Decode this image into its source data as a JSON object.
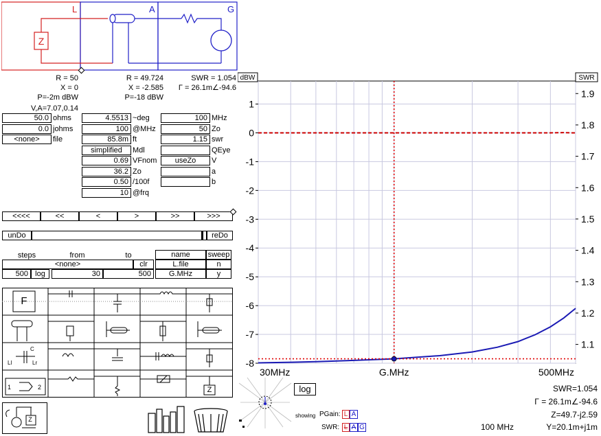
{
  "circuit": {
    "label_L": "L",
    "label_A": "A",
    "label_G": "G",
    "load_symbol": "Z",
    "colors": {
      "load": "#d42020",
      "line": "#2020c8",
      "gen": "#2020c8"
    }
  },
  "readouts": {
    "load": {
      "r": "R = 50",
      "x": "X = 0",
      "p": "P=-2m dBW",
      "va": "V,A=7.07,0.14"
    },
    "line": {
      "r": "R = 49.724",
      "x": "X = -2.585",
      "p": "P=-18 dBW"
    },
    "gen": {
      "swr": "SWR = 1.054",
      "gamma": "Γ = 26.1m∠-94.6"
    }
  },
  "load_params": [
    {
      "value": "50.0",
      "unit": "ohms"
    },
    {
      "value": "0.0",
      "unit": "johms"
    },
    {
      "value": "<none>",
      "unit": "file"
    }
  ],
  "line_params": [
    {
      "value": "4.5513",
      "unit": "~deg"
    },
    {
      "value": "100",
      "unit": "@MHz"
    },
    {
      "value": "85.8m",
      "unit": "ft"
    },
    {
      "value": "simplified",
      "unit": "Mdl"
    },
    {
      "value": "0.69",
      "unit": "VFnom"
    },
    {
      "value": "36.2",
      "unit": "Zo"
    },
    {
      "value": "0.50",
      "unit": "/100f"
    },
    {
      "value": "10",
      "unit": "@frq"
    }
  ],
  "gen_params": [
    {
      "value": "100",
      "unit": "MHz"
    },
    {
      "value": "50",
      "unit": "Zo"
    },
    {
      "value": "1.15",
      "unit": "swr"
    },
    {
      "value": "",
      "unit": "QEye"
    },
    {
      "value": "useZo",
      "unit": "V"
    },
    {
      "value": "",
      "unit": "a"
    },
    {
      "value": "",
      "unit": "b"
    }
  ],
  "nav_buttons": [
    "<<<<",
    "<<",
    "<",
    ">",
    ">>",
    ">>>"
  ],
  "undo": {
    "undo": "unDo",
    "redo": "reDo"
  },
  "sweep": {
    "h_steps": "steps",
    "h_from": "from",
    "h_to": "to",
    "h_name": "name",
    "h_sweep": "sweep",
    "file": "<none>",
    "clr": "clr",
    "name_file": "L.file",
    "sweep_n": "n",
    "steps": "500",
    "log": "log",
    "from": "30",
    "to": "500",
    "name_val": "G.MHz",
    "sweep_y": "y"
  },
  "palette": {
    "first_symbol": "F",
    "z_symbol": "Z",
    "port1": "1",
    "port2": "2",
    "c_label": "C",
    "l_label": "Ll",
    "lr_label": "Lr"
  },
  "bottom": {
    "log_btn": "log",
    "showing": "showing",
    "pgain": "PGain:",
    "swr": "SWR:",
    "freq": "100 MHz",
    "swr_read": "SWR=1.054",
    "gamma_read": "Γ = 26.1m∠-94.6",
    "z_read": "Z=49.7-j2.59",
    "y_read": "Y=20.1m+j1m",
    "tog": {
      "L": "L",
      "A": "A",
      "G": "G"
    }
  },
  "chart_data": {
    "type": "line",
    "xscale": "log",
    "xlim": [
      30,
      500
    ],
    "xlabel": "G.MHz",
    "x_ticks": [
      "30MHz",
      "G.MHz",
      "500MHz"
    ],
    "left_axis": {
      "label": "dBW",
      "ylim": [
        -8,
        1.8
      ],
      "ticks": [
        1,
        0,
        -1,
        -2,
        -3,
        -4,
        -5,
        -6,
        -7,
        -8
      ]
    },
    "right_axis": {
      "label": "SWR",
      "ylim": [
        1.04,
        1.94
      ],
      "ticks": [
        1.9,
        1.8,
        1.7,
        1.6,
        1.5,
        1.4,
        1.3,
        1.2,
        1.1
      ]
    },
    "cursor": {
      "x": 100,
      "swr": 1.054
    },
    "series": [
      {
        "axis": "left",
        "color": "#cc0000",
        "dash": true,
        "x": [
          30,
          50,
          100,
          200,
          300,
          400,
          450,
          480,
          500
        ],
        "y": [
          0,
          0,
          0,
          0,
          0,
          0,
          0.01,
          0.0,
          0.0
        ]
      },
      {
        "axis": "right",
        "color": "#1a1ab4",
        "dash": false,
        "x": [
          30,
          40,
          50,
          70,
          100,
          150,
          200,
          250,
          300,
          350,
          400,
          450,
          500
        ],
        "y": [
          1.041,
          1.043,
          1.045,
          1.049,
          1.054,
          1.064,
          1.076,
          1.091,
          1.109,
          1.131,
          1.156,
          1.184,
          1.215
        ]
      }
    ],
    "grid": true
  }
}
